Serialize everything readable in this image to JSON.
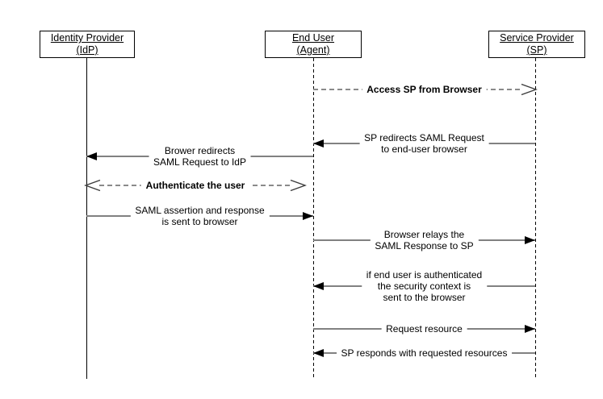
{
  "diagram": {
    "type": "sequence-diagram",
    "subject": "SAML web browser single sign-on flow"
  },
  "actors": [
    {
      "title": "Identity Provider",
      "subtitle": "(IdP)"
    },
    {
      "title": "End User",
      "subtitle": "(Agent)"
    },
    {
      "title": "Service Provider",
      "subtitle": "(SP)"
    }
  ],
  "messages": [
    {
      "from": "End User (Agent)",
      "to": "Service Provider (SP)",
      "line_style": "dashed",
      "arrow": "open-right",
      "emphasis": "bold",
      "lines": [
        "Access SP from Browser"
      ]
    },
    {
      "from": "Service Provider (SP)",
      "to": "End User (Agent)",
      "line_style": "solid",
      "arrow": "filled-left",
      "emphasis": "normal",
      "lines": [
        "SP redirects SAML Request",
        "to end-user browser"
      ]
    },
    {
      "from": "End User (Agent)",
      "to": "Identity Provider (IdP)",
      "line_style": "solid",
      "arrow": "filled-left",
      "emphasis": "normal",
      "lines": [
        "Brower redirects",
        "SAML Request to IdP"
      ]
    },
    {
      "from": "Identity Provider (IdP)",
      "to": "End User (Agent)",
      "line_style": "dashed",
      "arrow": "open-both",
      "emphasis": "bold",
      "lines": [
        "Authenticate the user"
      ]
    },
    {
      "from": "Identity Provider (IdP)",
      "to": "End User (Agent)",
      "line_style": "solid",
      "arrow": "filled-right",
      "emphasis": "normal",
      "lines": [
        "SAML assertion and response",
        "is sent to browser"
      ]
    },
    {
      "from": "End User (Agent)",
      "to": "Service Provider (SP)",
      "line_style": "solid",
      "arrow": "filled-right",
      "emphasis": "normal",
      "lines": [
        "Browser relays the",
        "SAML Response to SP"
      ]
    },
    {
      "from": "Service Provider (SP)",
      "to": "End User (Agent)",
      "line_style": "solid",
      "arrow": "filled-left",
      "emphasis": "normal",
      "lines": [
        "if end user is authenticated",
        "the security context is",
        "sent to the browser"
      ]
    },
    {
      "from": "End User (Agent)",
      "to": "Service Provider (SP)",
      "line_style": "solid",
      "arrow": "filled-right",
      "emphasis": "normal",
      "lines": [
        "Request resource"
      ]
    },
    {
      "from": "Service Provider (SP)",
      "to": "End User (Agent)",
      "line_style": "solid",
      "arrow": "filled-left",
      "emphasis": "normal",
      "lines": [
        "SP responds with requested resources"
      ]
    }
  ],
  "colors": {
    "background": "#ffffff",
    "box_border": "#000000",
    "text": "#000000",
    "message_line": "#818181",
    "arrowhead": "#000000",
    "lifeline": "#000000"
  }
}
